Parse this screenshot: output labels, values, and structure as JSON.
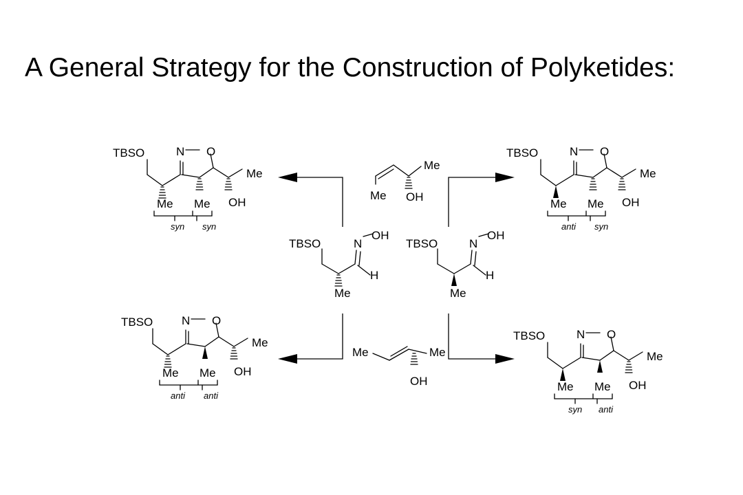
{
  "title": "A General Strategy for the Construction of Polyketides:",
  "groups": {
    "tbso": "TBSO",
    "me": "Me",
    "oh": "OH",
    "n": "N",
    "o": "O",
    "h": "H",
    "n_oh": "N",
    "oh_group": "OH"
  },
  "relations": {
    "top_left": [
      "syn",
      "syn"
    ],
    "top_right": [
      "anti",
      "syn"
    ],
    "bottom_left": [
      "anti",
      "anti"
    ],
    "bottom_right": [
      "syn",
      "anti"
    ]
  },
  "colors": {
    "ink": "#000000",
    "background": "#ffffff"
  }
}
